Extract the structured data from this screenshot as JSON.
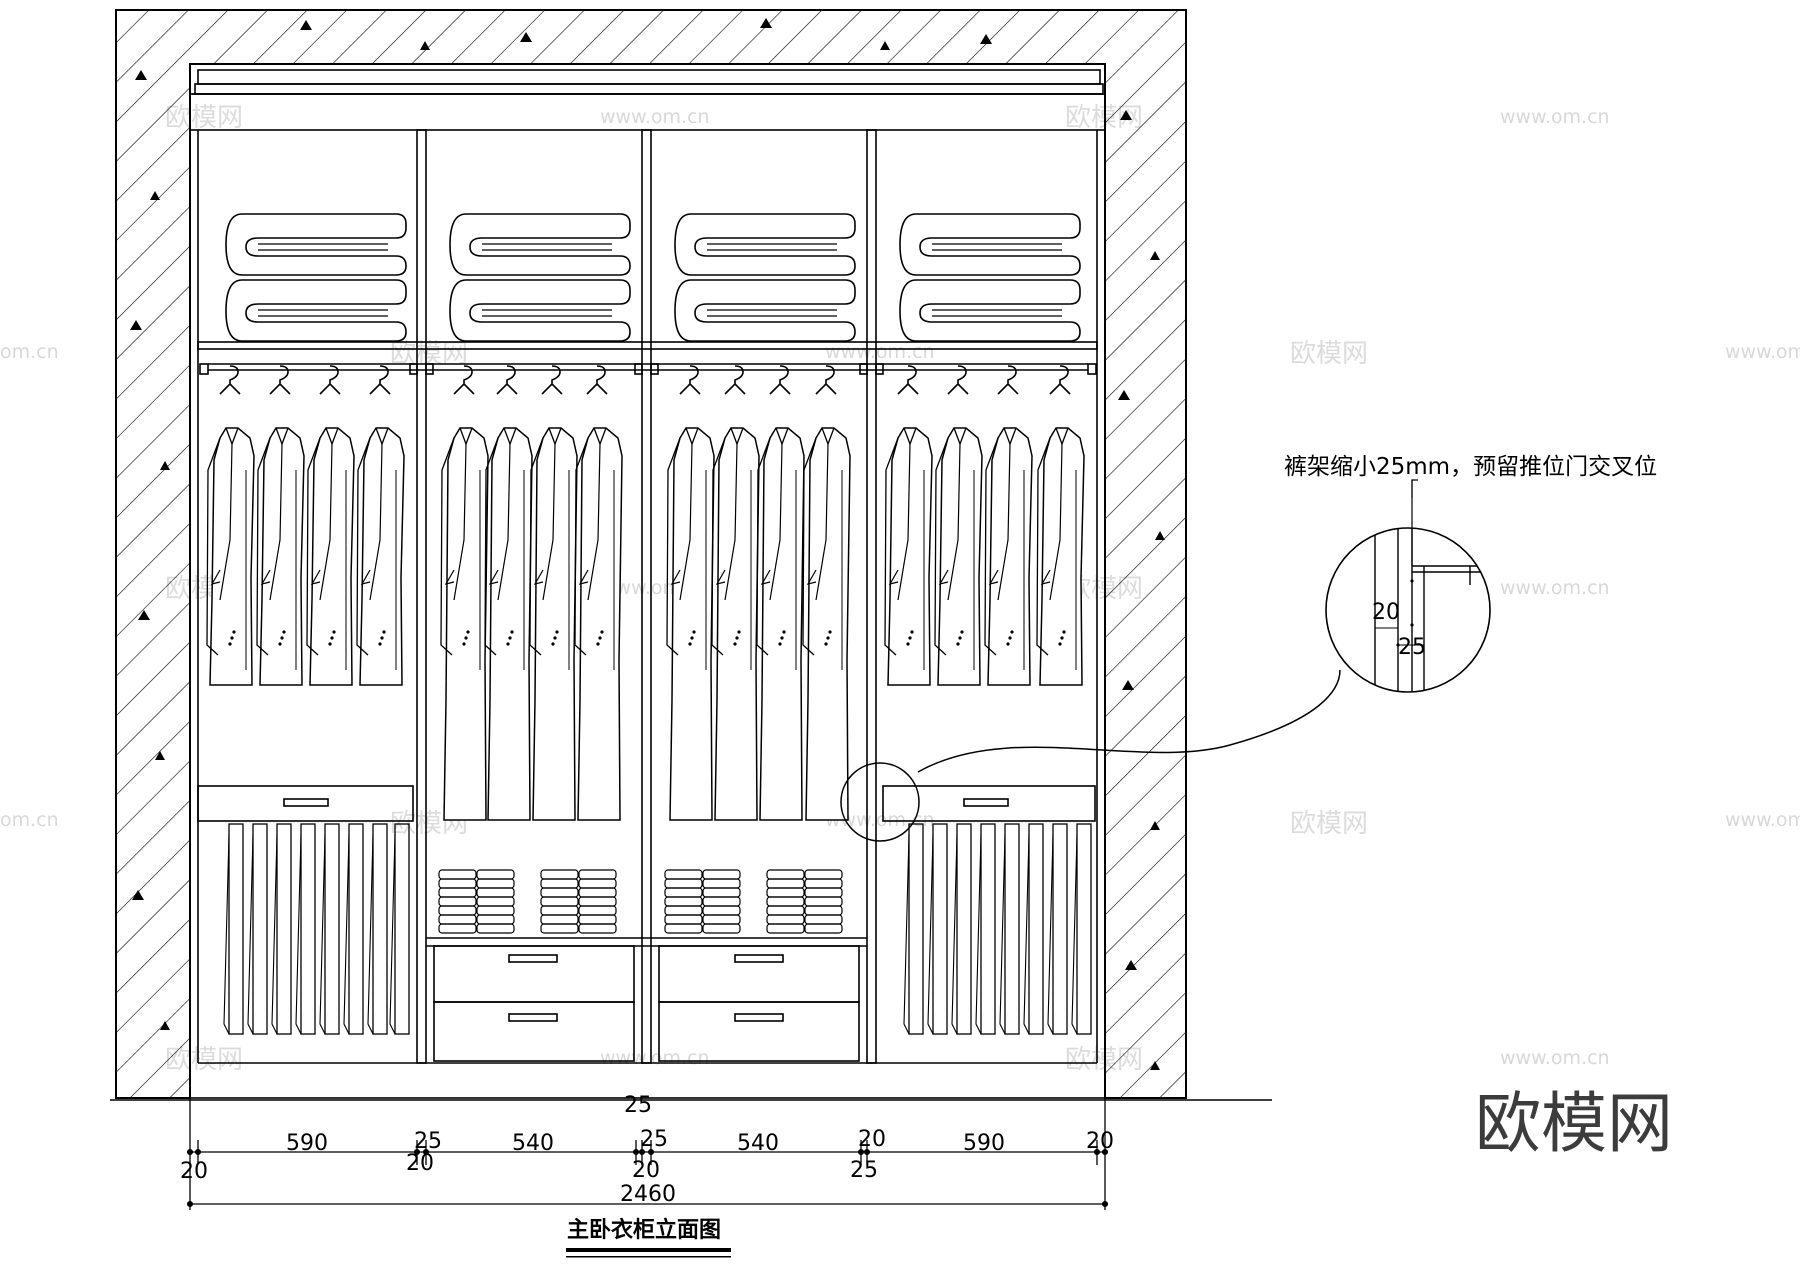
{
  "annotation": {
    "note": "裤架缩小25mm，预留推位门交叉位"
  },
  "detail": {
    "dim_a": "20",
    "dim_b": "25"
  },
  "dimensions": {
    "top_label": "25",
    "segments": [
      "590",
      "540",
      "540",
      "590"
    ],
    "small_top": [
      "25",
      "25",
      "20",
      "20"
    ],
    "small_bottom": [
      "20",
      "20",
      "20",
      "25"
    ],
    "total": "2460"
  },
  "title": "主卧衣柜立面图",
  "brand": {
    "logo_text": "欧模网",
    "watermark_cn": "欧模网",
    "watermark_url": "www.om.cn",
    "watermark_url_partial": "om.cn"
  },
  "colors": {
    "line": "#000000",
    "watermark": "#d8d8d8",
    "brand": "#3c3c3c"
  }
}
